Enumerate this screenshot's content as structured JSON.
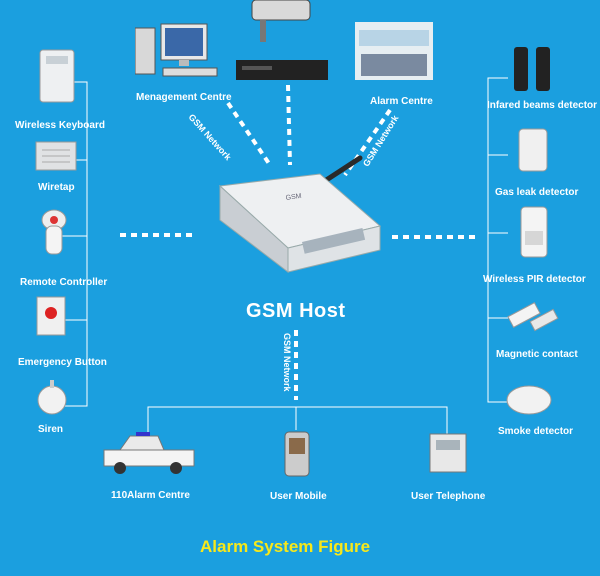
{
  "host_label": "GSM Host",
  "host_device_text": "GSM",
  "network_label": "GSM Network",
  "caption": "Alarm System  Figure",
  "top": {
    "management": "Menagement Centre",
    "alarm_centre": "Alarm Centre"
  },
  "left": [
    "Wireless Keyboard",
    "Wiretap",
    "Remote Controller",
    "Emergency Button",
    "Siren"
  ],
  "right": [
    "Infared beams detector",
    "Gas leak detector",
    "Wireless PIR detector",
    "Magnetic contact",
    "Smoke detector"
  ],
  "bottom": [
    "110Alarm Centre",
    "User Mobile",
    "User Telephone"
  ],
  "colors": {
    "background": "#1b9fdf",
    "caption": "#f7e81a",
    "text": "#ffffff"
  }
}
